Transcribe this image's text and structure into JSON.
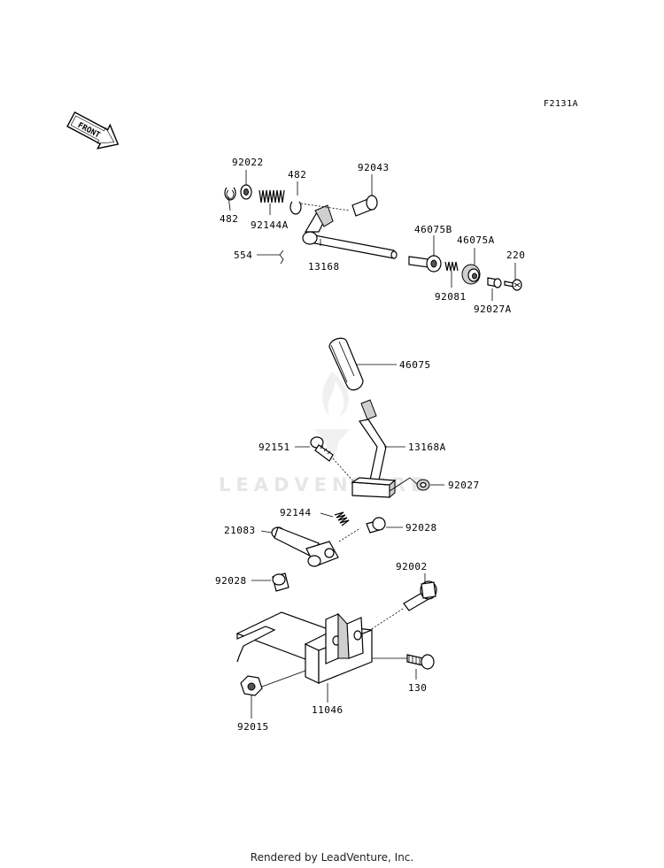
{
  "diagram_code": "F2131A",
  "front_arrow_label": "FRONT",
  "watermark_text": "LEADVENTURE",
  "footer_text": "Rendered by LeadVenture, Inc.",
  "parts": {
    "p92022": "92022",
    "p482a": "482",
    "p482b": "482",
    "p92144A": "92144A",
    "p92043": "92043",
    "p46075B": "46075B",
    "p46075A": "46075A",
    "p220": "220",
    "p554": "554",
    "p13168": "13168",
    "p92081": "92081",
    "p92027A": "92027A",
    "p46075": "46075",
    "p92151": "92151",
    "p13168A": "13168A",
    "p92027": "92027",
    "p92144": "92144",
    "p21083": "21083",
    "p92028a": "92028",
    "p92028b": "92028",
    "p92002": "92002",
    "p130": "130",
    "p11046": "11046",
    "p92015": "92015"
  }
}
